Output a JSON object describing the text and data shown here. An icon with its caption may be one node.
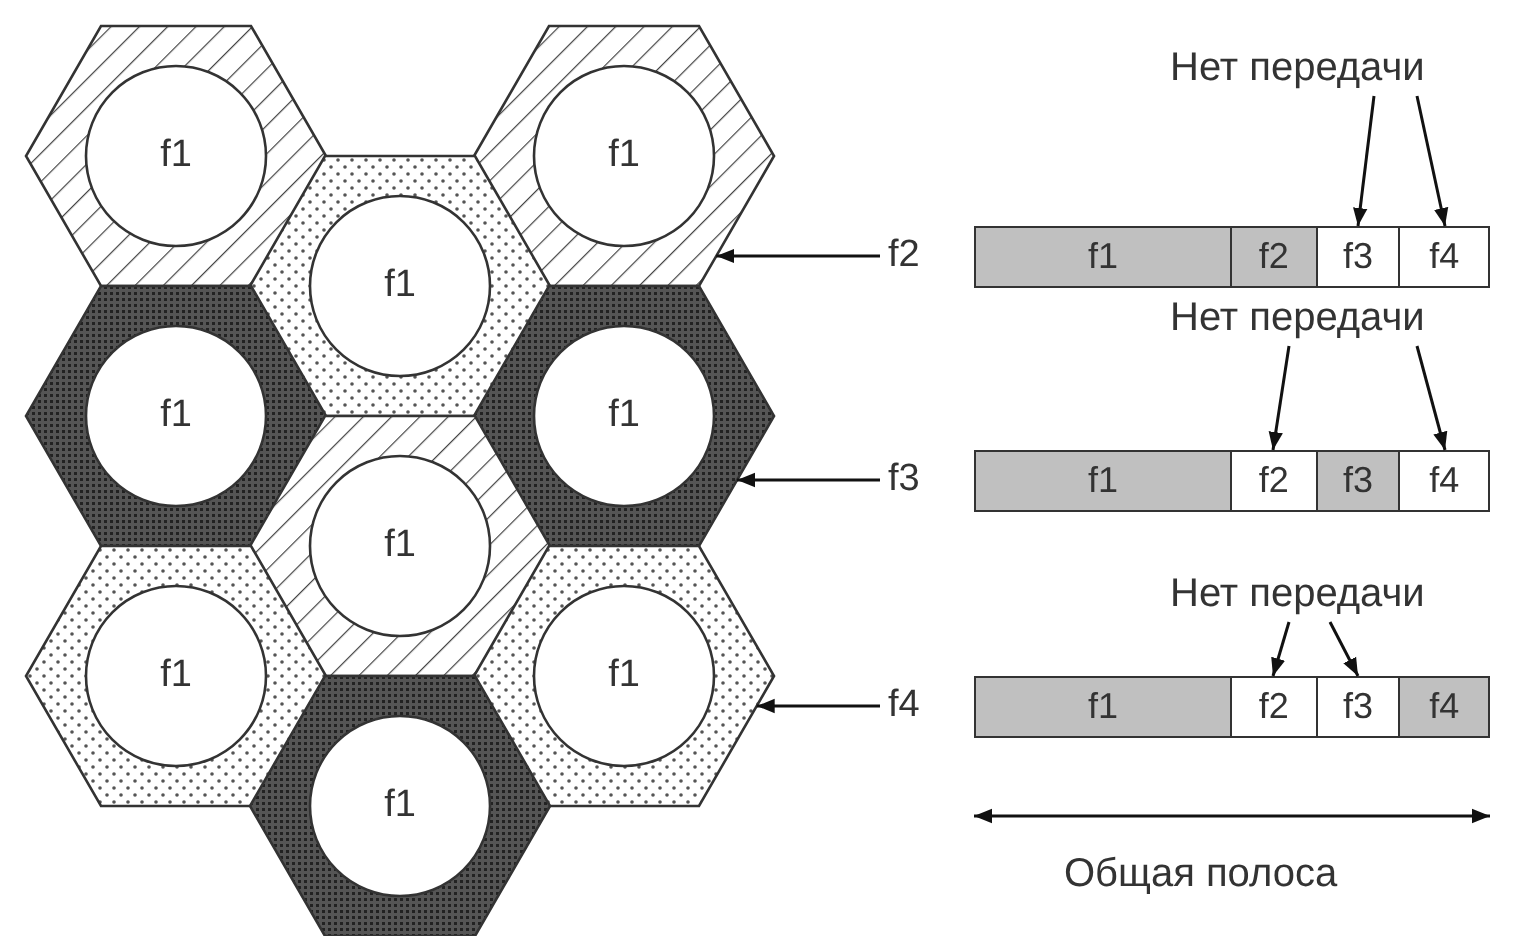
{
  "diagram": {
    "nodes": [
      {
        "text": [
          "f1"
        ]
      },
      {
        "text": [
          "f1"
        ]
      },
      {
        "text": [
          "f1"
        ]
      },
      {
        "text": [
          "f1"
        ]
      },
      {
        "text": [
          "f1"
        ]
      },
      {
        "text": [
          "f1"
        ]
      },
      {
        "text": [
          "f1"
        ]
      },
      {
        "text": [
          "f1"
        ]
      },
      {
        "text": [
          "f1"
        ]
      },
      {
        "text": [
          "f2"
        ]
      },
      {
        "text": [
          "Нет передачи"
        ]
      },
      {
        "text": [],
        "shape": "bar"
      },
      {
        "text": [
          "f1"
        ],
        "in": 11
      },
      {
        "text": [
          "f2"
        ],
        "in": 11
      },
      {
        "text": [
          "f3"
        ],
        "in": 11
      },
      {
        "text": [
          "f4"
        ],
        "in": 11
      },
      {
        "text": [
          "f3"
        ]
      },
      {
        "text": [
          "Нет передачи"
        ]
      },
      {
        "text": [],
        "shape": "bar"
      },
      {
        "text": [
          "f1"
        ],
        "in": 18
      },
      {
        "text": [
          "f2"
        ],
        "in": 18
      },
      {
        "text": [
          "f3"
        ],
        "in": 18
      },
      {
        "text": [
          "f4"
        ],
        "in": 18
      },
      {
        "text": [
          "f4"
        ]
      },
      {
        "text": [
          "Нет передачи"
        ]
      },
      {
        "text": [],
        "shape": "bar"
      },
      {
        "text": [
          "f1"
        ],
        "in": 25
      },
      {
        "text": [
          "f2"
        ],
        "in": 25
      },
      {
        "text": [
          "f3"
        ],
        "in": 25
      },
      {
        "text": [
          "f4"
        ],
        "in": 25
      }
    ],
    "edges": [
      {
        "from": 9,
        "to": 1,
        "arrow": "to"
      },
      {
        "from": 10,
        "to": 14,
        "arrow": "to"
      },
      {
        "from": 10,
        "to": 15,
        "arrow": "to"
      },
      {
        "from": 16,
        "to": 4,
        "arrow": "to"
      },
      {
        "from": 17,
        "to": 20,
        "arrow": "to"
      },
      {
        "from": 17,
        "to": 22,
        "arrow": "to"
      },
      {
        "from": 23,
        "to": 7,
        "arrow": "to"
      },
      {
        "from": 24,
        "to": 27,
        "arrow": "to"
      },
      {
        "from": 24,
        "to": 28,
        "arrow": "to"
      }
    ],
    "labels": [
      "Общая полоса"
    ]
  }
}
